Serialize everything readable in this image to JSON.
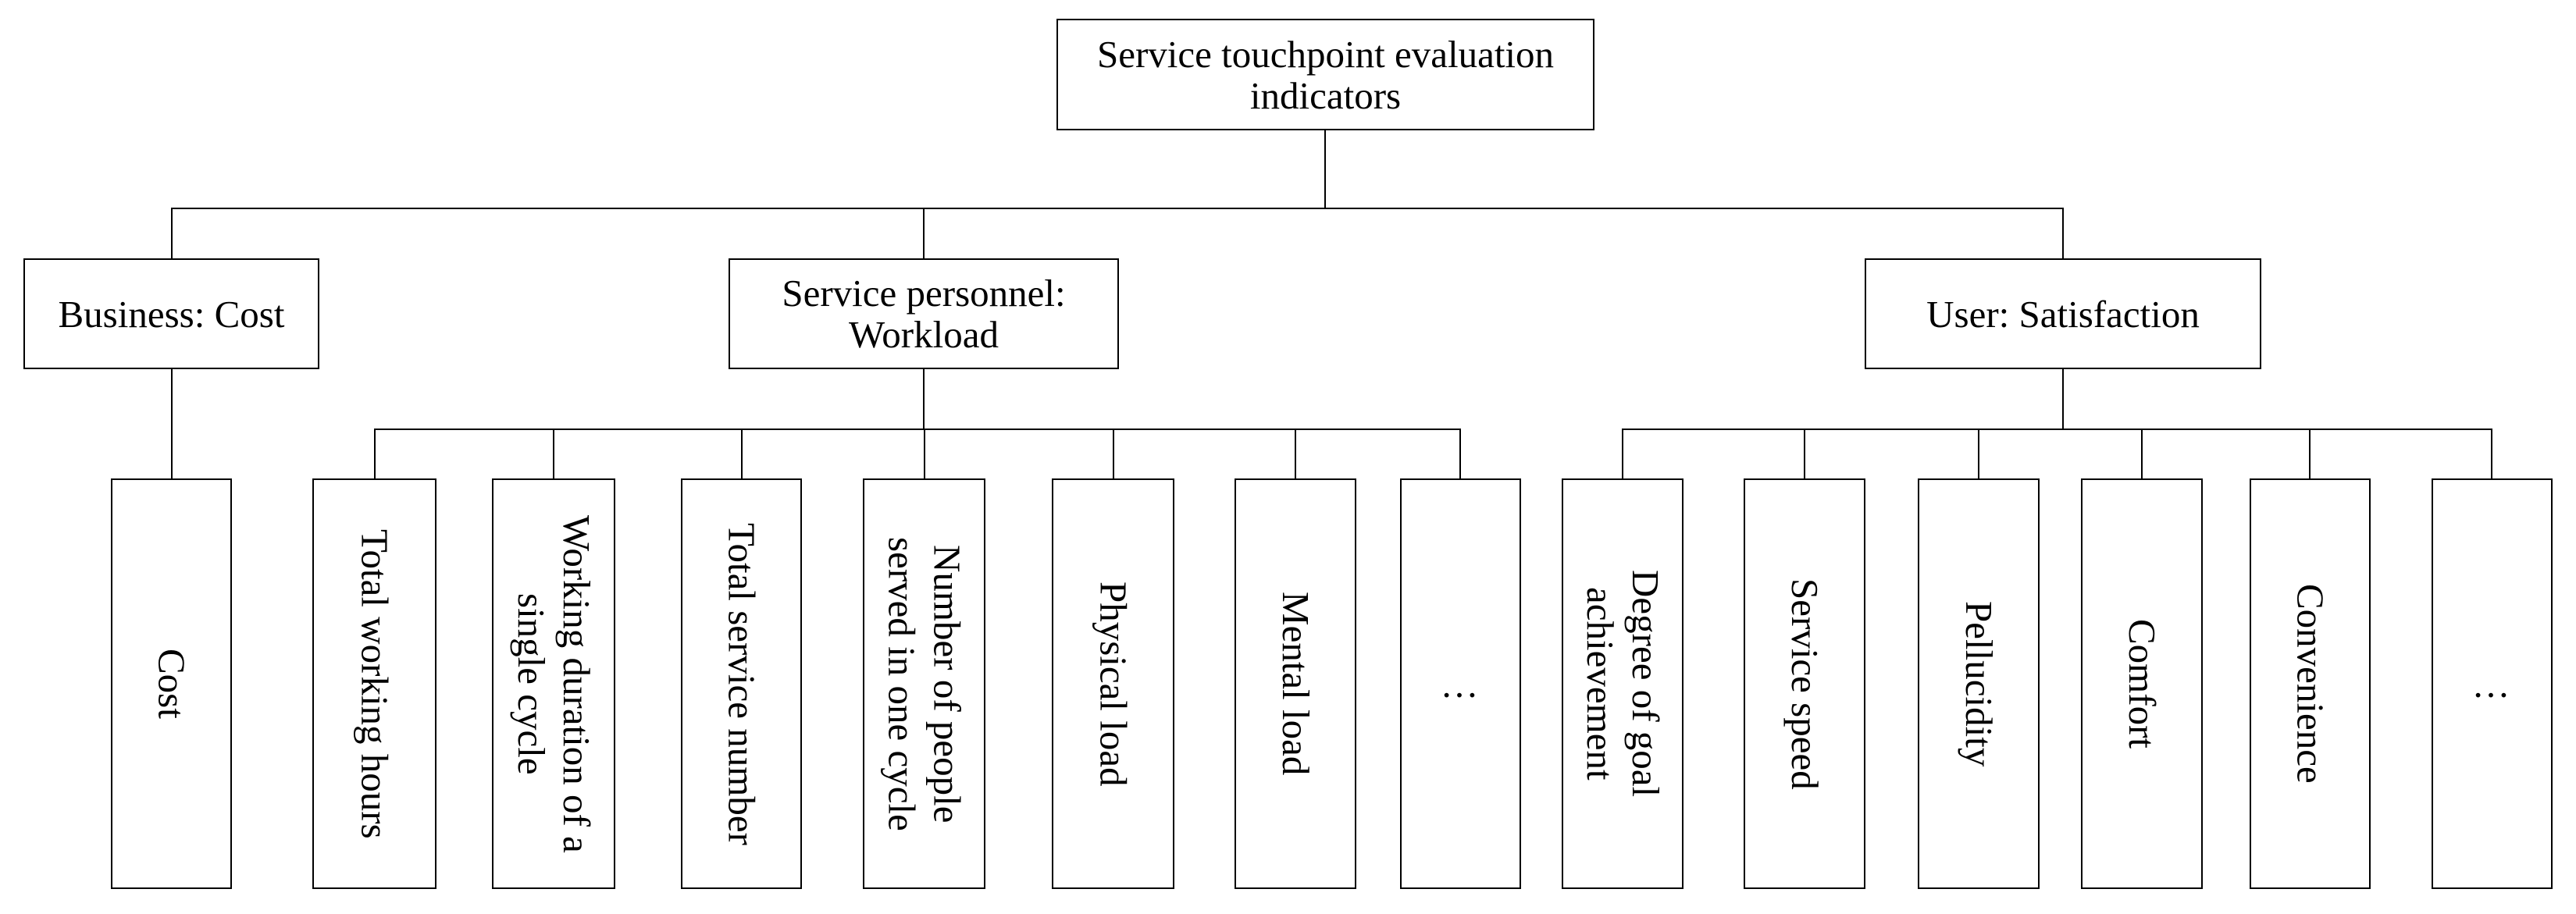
{
  "tree": {
    "root": {
      "label": "Service touchpoint evaluation indicators"
    },
    "branches": [
      {
        "label": "Business: Cost",
        "children": [
          "Cost"
        ]
      },
      {
        "label": "Service personnel: Workload",
        "children": [
          "Total working hours",
          "Working duration of a single cycle",
          "Total service number",
          "Number of people served in one cycle",
          "Physical load",
          "Mental load",
          "…"
        ]
      },
      {
        "label": "User: Satisfaction",
        "children": [
          "Degree of goal achievement",
          "Service speed",
          "Pellucidity",
          "Comfort",
          "Convenience",
          "…"
        ]
      }
    ]
  },
  "colors": {
    "line": "#000000",
    "text": "#000000",
    "background": "#ffffff"
  }
}
